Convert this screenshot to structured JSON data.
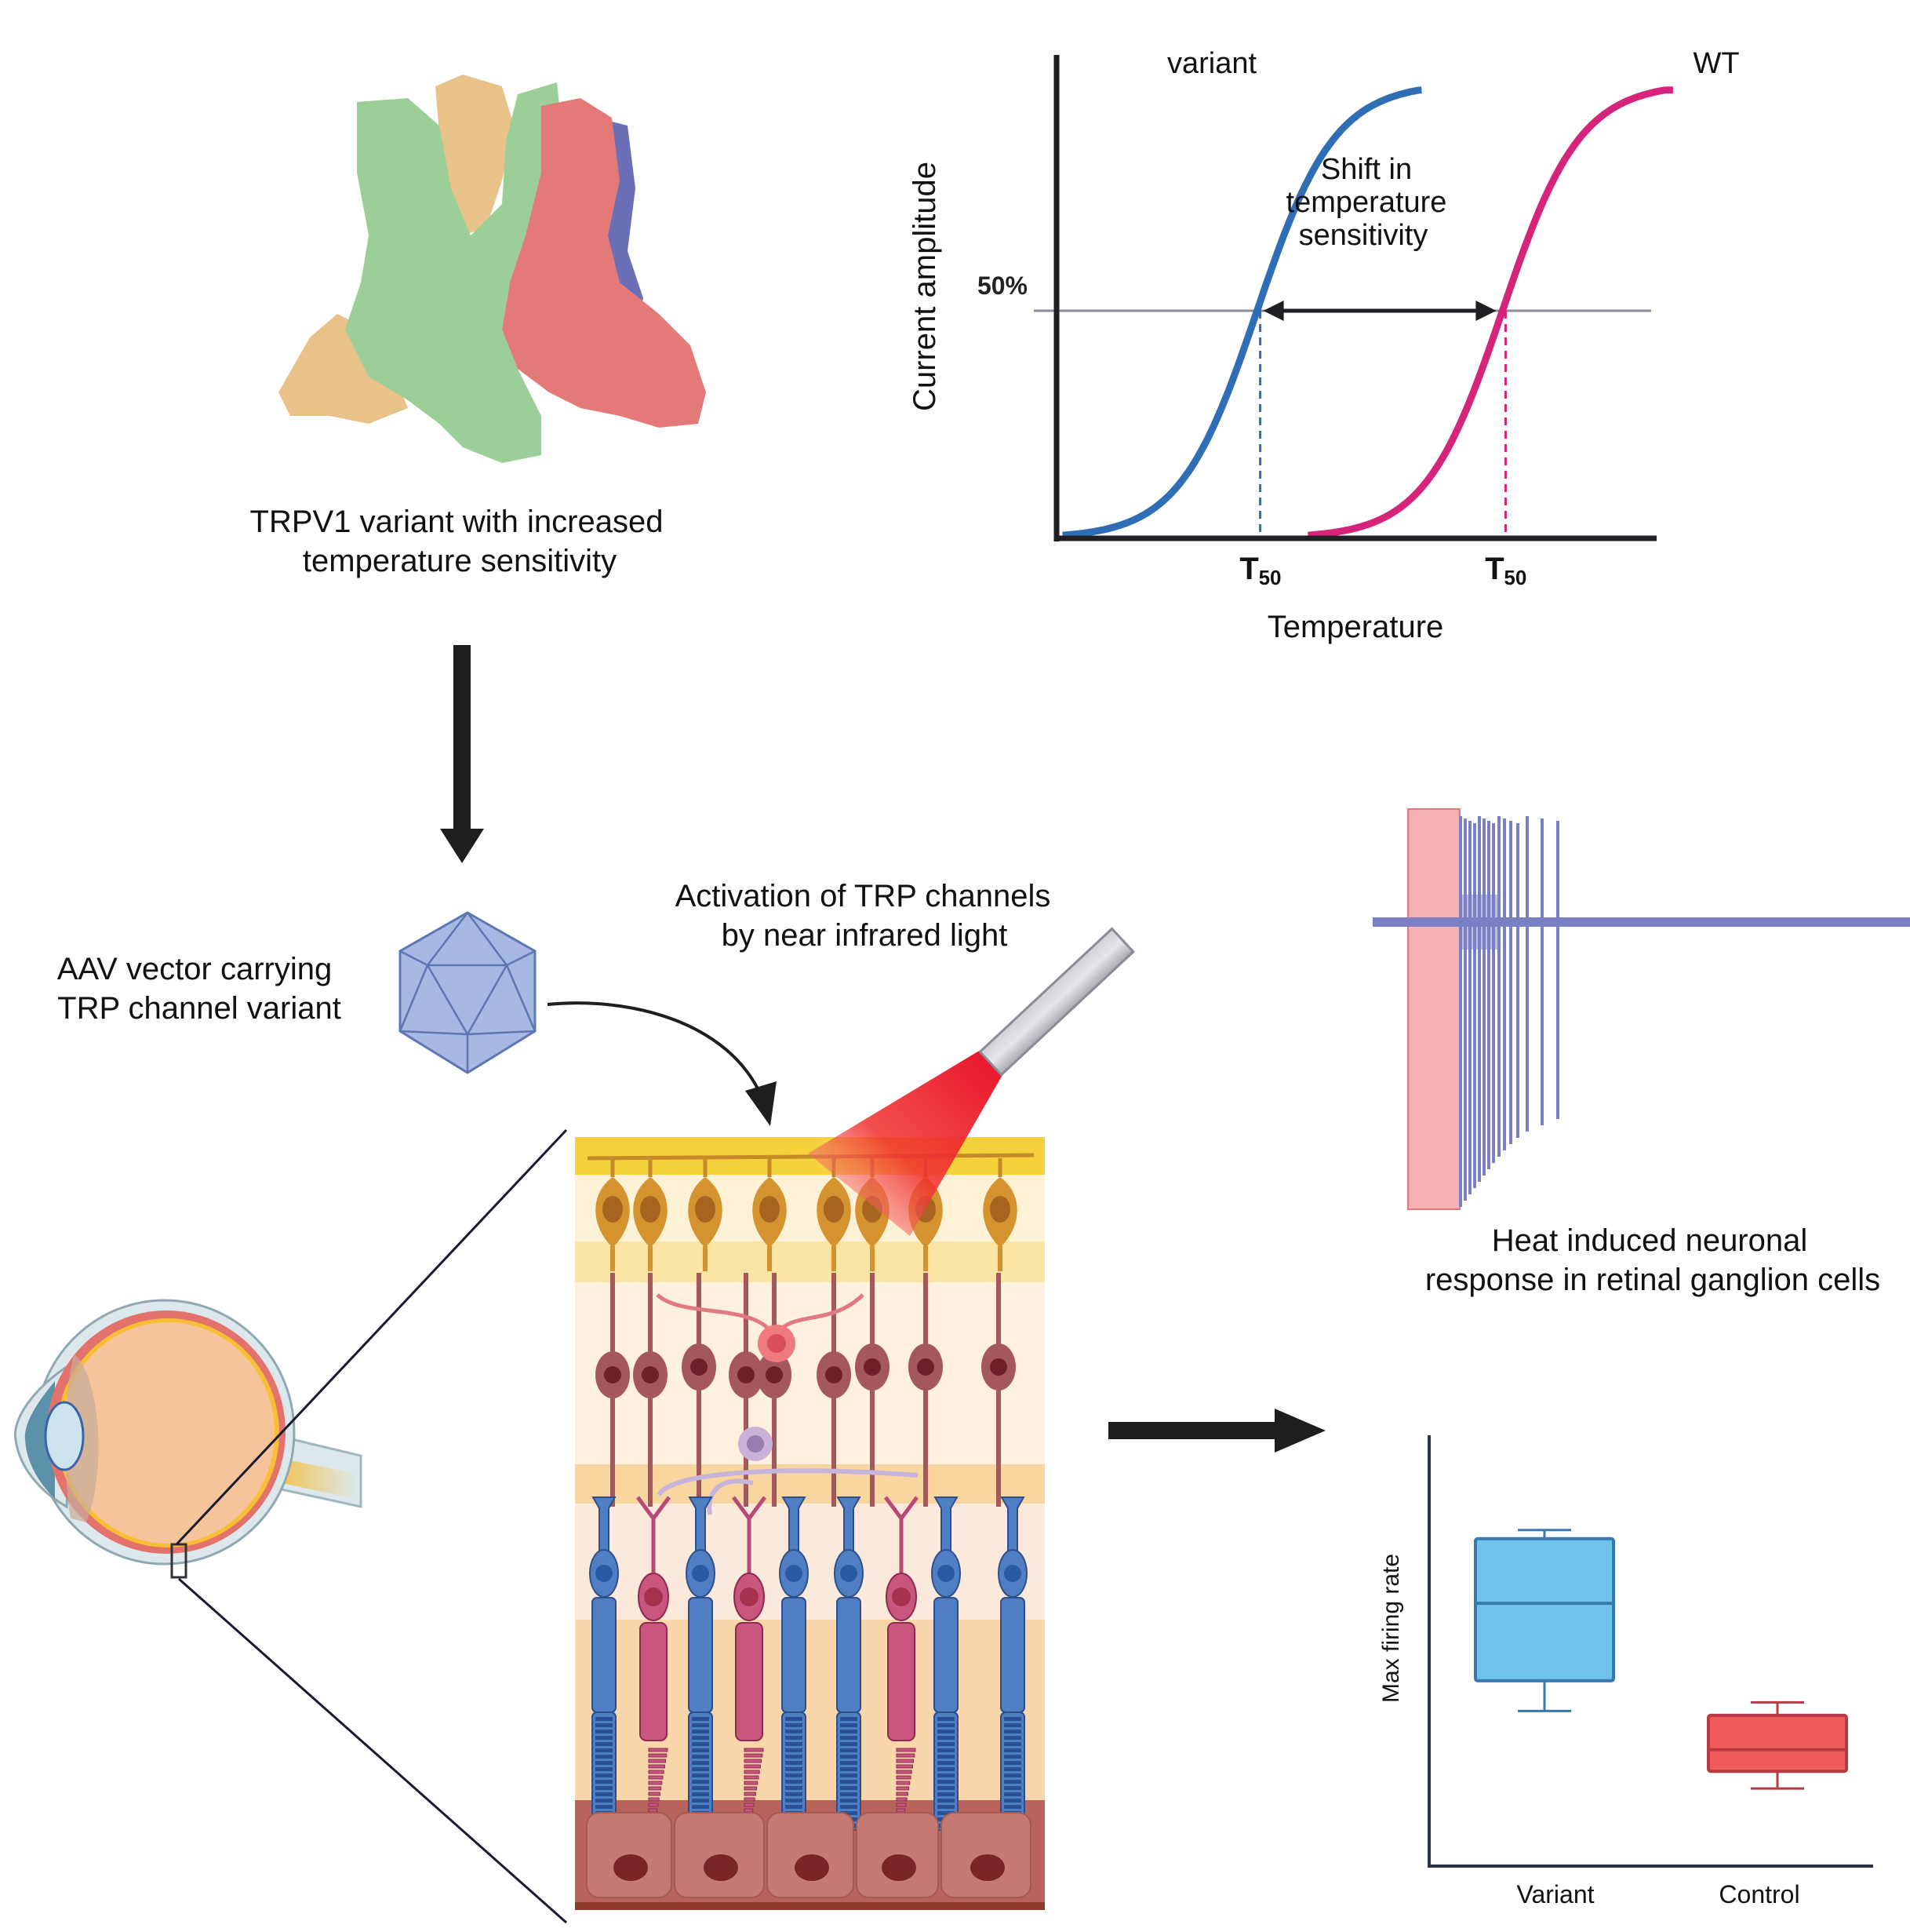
{
  "colors": {
    "variant": "#2f6db5",
    "wt": "#d6247a",
    "axis": "#1f1f24",
    "ref_line": "#8a8aa0",
    "spike_trace": "#7b7fc4",
    "stim_box_fill": "#f4a3a6",
    "stim_box_stroke": "#e07a80",
    "box_variant_fill": "#6dc3ea",
    "box_variant_stroke": "#3a78b0",
    "box_control_fill": "#ef5b5b",
    "box_control_stroke": "#b73a42",
    "arrow": "#1e1e1e",
    "capsid": "#9db0df",
    "capsid_edge": "#5d77b3",
    "protein_green": "#9ccf98",
    "protein_red": "#e47a78",
    "protein_tan": "#e9c28a",
    "protein_purple": "#6b6fb8"
  },
  "protein": {
    "caption_line1": "TRPV1 variant with increased",
    "caption_line2": "temperature sensitivity"
  },
  "aav": {
    "label_line1": "AAV vector carrying",
    "label_line2": "TRP channel variant"
  },
  "light": {
    "label_line1": "Activation of TRP channels",
    "label_line2": "by near infrared light"
  },
  "recording": {
    "caption_line1": "Heat induced neuronal",
    "caption_line2": "response in retinal ganglion cells",
    "spike_count": 15
  },
  "chart_data": [
    {
      "type": "line",
      "title": "",
      "xlabel": "Temperature",
      "ylabel": "Current amplitude",
      "x_range": [
        0,
        100
      ],
      "ylim": [
        0,
        1
      ],
      "grid": false,
      "reference_line": {
        "y": 0.5,
        "label": "50%"
      },
      "annotation": {
        "line1": "Shift in",
        "line2": "temperature",
        "line3": "sensitivity"
      },
      "series": [
        {
          "name": "variant",
          "label": "variant",
          "t50_label": "T",
          "t50_sub": "50",
          "t50": 33.5,
          "x_start": 1,
          "x_end": 61,
          "slope": 6.5
        },
        {
          "name": "WT",
          "label": "WT",
          "t50_label": "T",
          "t50_sub": "50",
          "t50": 74.5,
          "x_start": 42,
          "x_end": 103,
          "slope": 6.5
        }
      ]
    },
    {
      "type": "box",
      "title": "",
      "xlabel": "",
      "ylabel": "Max firing rate",
      "ylim": [
        0,
        1
      ],
      "categories": [
        "Variant",
        "Control"
      ],
      "series": [
        {
          "name": "Variant",
          "whisker_low": 0.36,
          "q1": 0.43,
          "median": 0.61,
          "q3": 0.76,
          "whisker_high": 0.78
        },
        {
          "name": "Control",
          "whisker_low": 0.18,
          "q1": 0.22,
          "median": 0.27,
          "q3": 0.35,
          "whisker_high": 0.38
        }
      ]
    }
  ]
}
